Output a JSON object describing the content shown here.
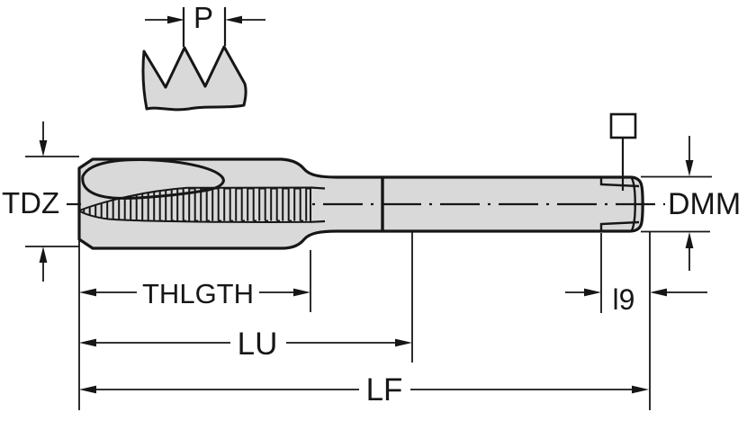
{
  "colors": {
    "background": "#ffffff",
    "body_fill": "#d9d9d9",
    "line": "#161616"
  },
  "labels": {
    "pitch": "P",
    "thread_diameter": "TDZ",
    "shank_diameter": "DMM",
    "thread_length": "THLGTH",
    "usable_length": "LU",
    "overall_length": "LF",
    "square_length": "l9"
  },
  "symbols": {
    "square_drive": "square-outline"
  }
}
